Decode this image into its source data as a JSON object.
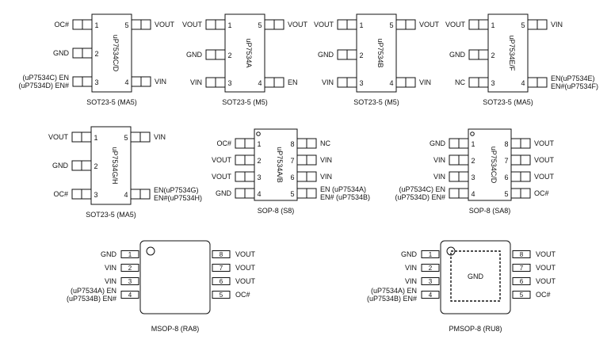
{
  "packages": [
    {
      "id": "p1",
      "kind": "sot",
      "caption": "SOT23-5 (MA5)",
      "part": "uP7534C/D",
      "pins": [
        {
          "num": "1",
          "labels": [
            "OC#"
          ]
        },
        {
          "num": "2",
          "labels": [
            "GND"
          ]
        },
        {
          "num": "3",
          "labels": [
            "(uP7534C)  EN",
            "(uP7534D) EN#"
          ]
        },
        {
          "num": "4",
          "labels": [
            "VIN"
          ]
        },
        {
          "num": "5",
          "labels": [
            "VOUT"
          ]
        }
      ]
    },
    {
      "id": "p2",
      "kind": "sot",
      "caption": "SOT23-5 (M5)",
      "part": "uP7534A",
      "pins": [
        {
          "num": "1",
          "labels": [
            "VOUT"
          ]
        },
        {
          "num": "2",
          "labels": [
            "GND"
          ]
        },
        {
          "num": "3",
          "labels": [
            "VIN"
          ]
        },
        {
          "num": "4",
          "labels": [
            "EN"
          ]
        },
        {
          "num": "5",
          "labels": [
            "VOUT"
          ]
        }
      ]
    },
    {
      "id": "p3",
      "kind": "sot",
      "caption": "SOT23-5 (M5)",
      "part": "uP7534B",
      "pins": [
        {
          "num": "1",
          "labels": [
            "VOUT"
          ]
        },
        {
          "num": "2",
          "labels": [
            "GND"
          ]
        },
        {
          "num": "3",
          "labels": [
            "VIN"
          ]
        },
        {
          "num": "4",
          "labels": [
            "VIN"
          ]
        },
        {
          "num": "5",
          "labels": [
            "VOUT"
          ]
        }
      ]
    },
    {
      "id": "p4",
      "kind": "sot",
      "caption": "SOT23-5 (MA5)",
      "part": "uP7534E/F",
      "pins": [
        {
          "num": "1",
          "labels": [
            "VOUT"
          ]
        },
        {
          "num": "2",
          "labels": [
            "GND"
          ]
        },
        {
          "num": "3",
          "labels": [
            "NC"
          ]
        },
        {
          "num": "4",
          "labels": [
            "EN(uP7534E)",
            "EN#(uP7534F)"
          ]
        },
        {
          "num": "5",
          "labels": [
            "VIN"
          ]
        }
      ]
    },
    {
      "id": "p5",
      "kind": "sot",
      "caption": "SOT23-5 (MA5)",
      "part": "uP7534G/H",
      "pins": [
        {
          "num": "1",
          "labels": [
            "VOUT"
          ]
        },
        {
          "num": "2",
          "labels": [
            "GND"
          ]
        },
        {
          "num": "3",
          "labels": [
            "OC#"
          ]
        },
        {
          "num": "4",
          "labels": [
            "EN(uP7534G)",
            "EN#(uP7534H)"
          ]
        },
        {
          "num": "5",
          "labels": [
            "VIN"
          ]
        }
      ]
    },
    {
      "id": "p6",
      "kind": "sop",
      "caption": "SOP-8 (S8)",
      "part": "uP7534A/B",
      "pins": [
        {
          "num": "1",
          "labels": [
            "OC#"
          ]
        },
        {
          "num": "2",
          "labels": [
            "VOUT"
          ]
        },
        {
          "num": "3",
          "labels": [
            "VOUT"
          ]
        },
        {
          "num": "4",
          "labels": [
            "GND"
          ]
        },
        {
          "num": "5",
          "labels": [
            "EN (uP7534A)",
            "EN# (uP7534B)"
          ]
        },
        {
          "num": "6",
          "labels": [
            "VIN"
          ]
        },
        {
          "num": "7",
          "labels": [
            "VIN"
          ]
        },
        {
          "num": "8",
          "labels": [
            "NC"
          ]
        }
      ]
    },
    {
      "id": "p7",
      "kind": "sop",
      "caption": "SOP-8 (SA8)",
      "part": "uP7534C/D",
      "pins": [
        {
          "num": "1",
          "labels": [
            "GND"
          ]
        },
        {
          "num": "2",
          "labels": [
            "VIN"
          ]
        },
        {
          "num": "3",
          "labels": [
            "VIN"
          ]
        },
        {
          "num": "4",
          "labels": [
            "(uP7534C)   EN",
            "(uP7534D) EN#"
          ]
        },
        {
          "num": "5",
          "labels": [
            "OC#"
          ]
        },
        {
          "num": "6",
          "labels": [
            "VOUT"
          ]
        },
        {
          "num": "7",
          "labels": [
            "VOUT"
          ]
        },
        {
          "num": "8",
          "labels": [
            "VOUT"
          ]
        }
      ]
    },
    {
      "id": "p8",
      "kind": "msop",
      "caption": "MSOP-8 (RA8)",
      "part": "",
      "pins": [
        {
          "num": "1",
          "labels": [
            "GND"
          ]
        },
        {
          "num": "2",
          "labels": [
            "VIN"
          ]
        },
        {
          "num": "3",
          "labels": [
            "VIN"
          ]
        },
        {
          "num": "4",
          "labels": [
            "(uP7534A) EN",
            "(uP7534B) EN#"
          ]
        },
        {
          "num": "5",
          "labels": [
            "OC#"
          ]
        },
        {
          "num": "6",
          "labels": [
            "VOUT"
          ]
        },
        {
          "num": "7",
          "labels": [
            "VOUT"
          ]
        },
        {
          "num": "8",
          "labels": [
            "VOUT"
          ]
        }
      ]
    },
    {
      "id": "p9",
      "kind": "pmsop",
      "caption": "PMSOP-8 (RU8)",
      "part": "",
      "pad_label": "GND",
      "pins": [
        {
          "num": "1",
          "labels": [
            "GND"
          ]
        },
        {
          "num": "2",
          "labels": [
            "VIN"
          ]
        },
        {
          "num": "3",
          "labels": [
            "VIN"
          ]
        },
        {
          "num": "4",
          "labels": [
            "(uP7534A) EN",
            "(uP7534B) EN#"
          ]
        },
        {
          "num": "5",
          "labels": [
            "OC#"
          ]
        },
        {
          "num": "6",
          "labels": [
            "VOUT"
          ]
        },
        {
          "num": "7",
          "labels": [
            "VOUT"
          ]
        },
        {
          "num": "8",
          "labels": [
            "VOUT"
          ]
        }
      ]
    }
  ]
}
